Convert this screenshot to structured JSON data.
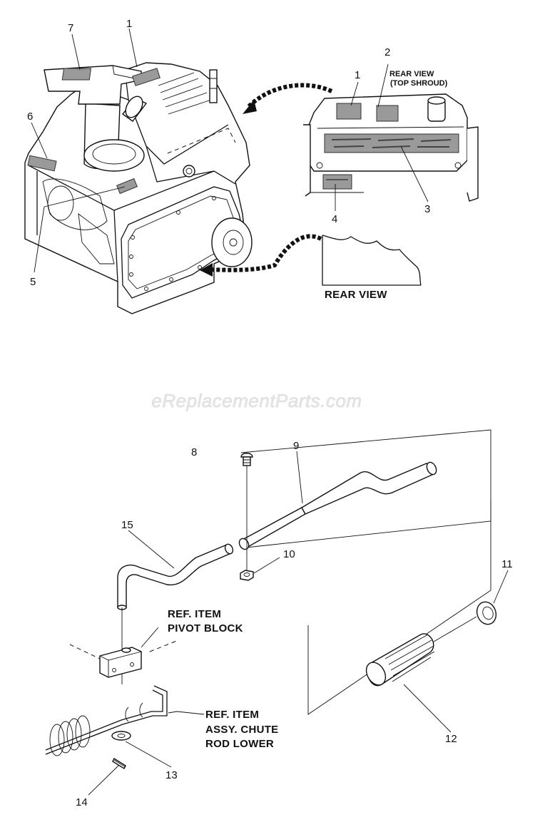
{
  "watermark": "eReplacementParts.com",
  "captions": {
    "rear_view_top_shroud_line1": "REAR VIEW",
    "rear_view_top_shroud_line2": "(TOP SHROUD)",
    "rear_view": "REAR VIEW",
    "pivot_block_line1": "REF. ITEM",
    "pivot_block_line2": "PIVOT BLOCK",
    "chute_rod_line1": "REF. ITEM",
    "chute_rod_line2": "ASSY. CHUTE",
    "chute_rod_line3": "ROD LOWER"
  },
  "callouts": {
    "c1a": "1",
    "c1b": "1",
    "c2": "2",
    "c3": "3",
    "c4": "4",
    "c5": "5",
    "c6": "6",
    "c7": "7",
    "c8": "8",
    "c9": "9",
    "c10": "10",
    "c11": "11",
    "c12": "12",
    "c13": "13",
    "c14": "14",
    "c15": "15"
  }
}
